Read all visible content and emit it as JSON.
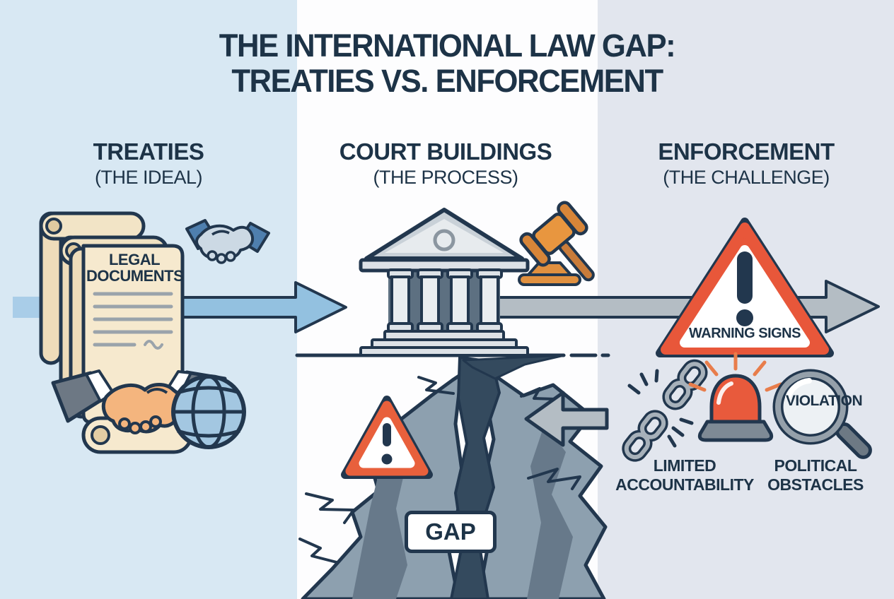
{
  "title": {
    "line1": "THE INTERNATIONAL LAW GAP:",
    "line2": "TREATIES VS. ENFORCEMENT"
  },
  "columns": [
    {
      "id": "treaties",
      "label": "TREATIES",
      "sublabel": "(THE IDEAL)"
    },
    {
      "id": "court-buildings",
      "label": "COURT BUILDINGS",
      "sublabel": "(THE PROCESS)"
    },
    {
      "id": "enforcement",
      "label": "ENFORCEMENT",
      "sublabel": "(THE CHALLENGE)"
    }
  ],
  "treaties": {
    "document_label": {
      "line1": "LEGAL",
      "line2": "DOCUMENTS"
    },
    "icons": [
      "scroll-documents-icon",
      "handshake-blue-icon",
      "handshake-icon",
      "globe-icon"
    ]
  },
  "court_buildings": {
    "icons": [
      "courthouse-icon",
      "gavel-icon"
    ]
  },
  "enforcement": {
    "warning_sign_label": "WARNING SIGNS",
    "violation_label": "VIOLATION",
    "icons": [
      "broken-chain-icon",
      "siren-icon",
      "magnifier-icon"
    ],
    "labels": [
      {
        "line1": "LIMITED",
        "line2": "ACCOUNTABILITY"
      },
      {
        "line1": "POLITICAL",
        "line2": "OBSTACLES"
      }
    ]
  },
  "gap": {
    "label": "GAP"
  },
  "flow": {
    "arrows": [
      "blue-arrow-right",
      "gray-arrow-right",
      "gray-arrow-left"
    ]
  },
  "colors": {
    "navy": "#22374e",
    "left_bg": "#d8e8f3",
    "center_bg": "#fdfdfe",
    "right_bg": "#e2e6ee",
    "blue_arrow": "#93c1e0",
    "gray_arrow": "#b4bdc4",
    "alert_orange": "#e85a3c",
    "paper": "#f6e9ce",
    "gavel_orange": "#e8963f",
    "skin": "#f4b57e",
    "globe_blue": "#a3c7e1"
  }
}
